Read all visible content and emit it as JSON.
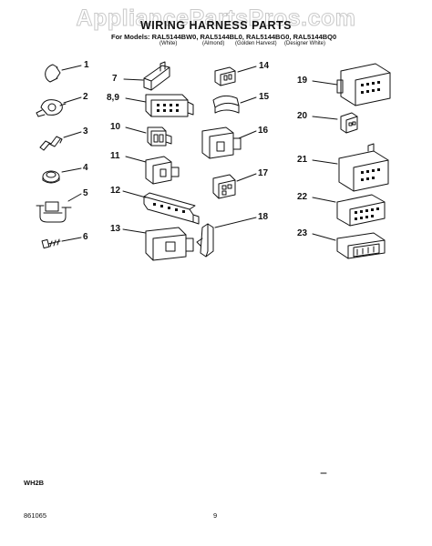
{
  "watermark": "AppliancePartsPros.com",
  "header": {
    "title": "WIRING HARNESS PARTS",
    "models_line": "For Models: RAL5144BW0, RAL5144BL0, RAL5144BG0, RAL5144BQ0",
    "variants": [
      "(White)",
      "(Almond)",
      "(Golden Harvest)",
      "(Designer White)"
    ]
  },
  "callouts": [
    "1",
    "2",
    "3",
    "4",
    "5",
    "6",
    "7",
    "8,9",
    "10",
    "11",
    "12",
    "13",
    "14",
    "15",
    "16",
    "17",
    "18",
    "19",
    "20",
    "21",
    "22",
    "23"
  ],
  "footer": {
    "code": "WH2B",
    "doc_number": "861065",
    "page": "9"
  }
}
